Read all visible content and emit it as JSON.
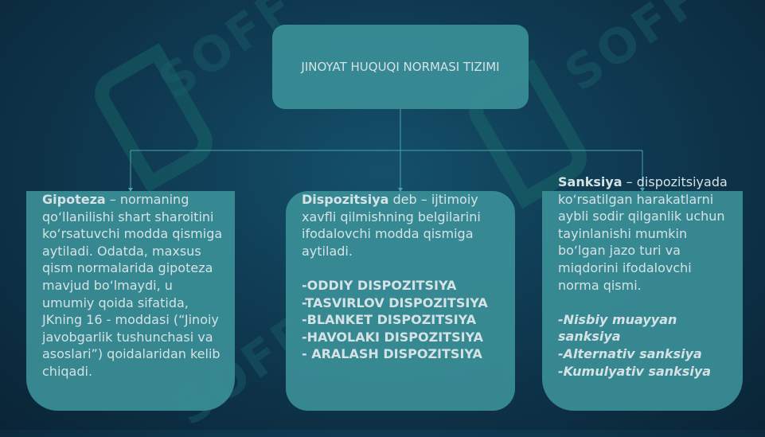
{
  "root": {
    "title": "JINOYAT HUQUQI NORMASI TIZIMI"
  },
  "columns": [
    {
      "term": "Gipoteza",
      "text": " – normaning qo‘llanilishi shart sharoitini ko‘rsatuvchi modda qismiga aytiladi.  Odatda, maxsus qism normalarida gipoteza mavjud bo‘lmaydi, u umumiy qoida sifatida, JKning 16 - moddasi (“Jinoiy javobgarlik tushunchasi va asoslari”) qoidalaridan kelib chiqadi."
    },
    {
      "term": "Dispozitsiya",
      "text": " deb – ijtimoiy xavfli qilmishning belgilarini ifodalovchi modda qismiga aytiladi.",
      "items": [
        "-ODDIY DISPOZITSIYA",
        "-TASVIRLOV DISPOZITSIYA",
        "-BLANKET DISPOZITSIYA",
        "-HAVOLAKI DISPOZITSIYA",
        "- ARALASH DISPOZITSIYA"
      ]
    },
    {
      "term": "Sanksiya",
      "text": " – dispozitsiyada ko‘rsatilgan harakatlarni aybli sodir qilganlik uchun tayinlanishi mumkin bo‘lgan jazo turi va miqdorini ifodalovchi norma qismi.",
      "items": [
        "-Nisbiy muayyan sanksiya",
        "-Alternativ sanksiya",
        "-Kumulyativ sanksiya"
      ]
    }
  ],
  "watermark": "SOFF",
  "colors": {
    "box": "#3a8f97",
    "text": "#e6f1f2",
    "connector": "#4aa3ad"
  }
}
